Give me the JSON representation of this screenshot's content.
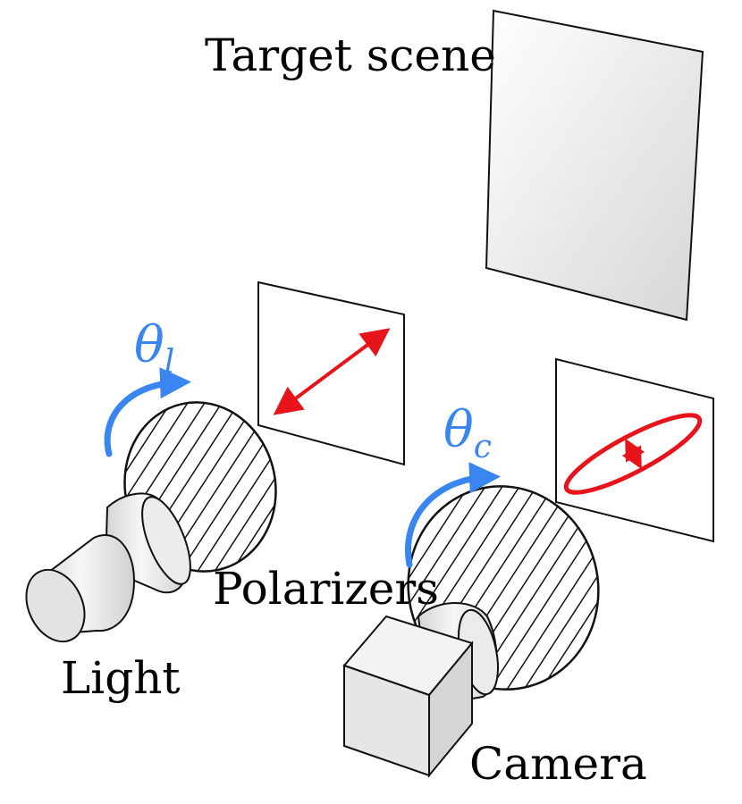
{
  "labels": {
    "target_scene": "Target scene",
    "polarizers": "Polarizers",
    "light": "Light",
    "camera": "Camera"
  },
  "angles": {
    "light_symbol": "θ",
    "light_subscript": "l",
    "camera_symbol": "θ",
    "camera_subscript": "c"
  },
  "colors": {
    "polarization": "#e8141b",
    "rotation": "#3a86f0",
    "outline": "#111111",
    "surface_light": "#f7f7f7",
    "surface_dark": "#d9d9d9"
  }
}
